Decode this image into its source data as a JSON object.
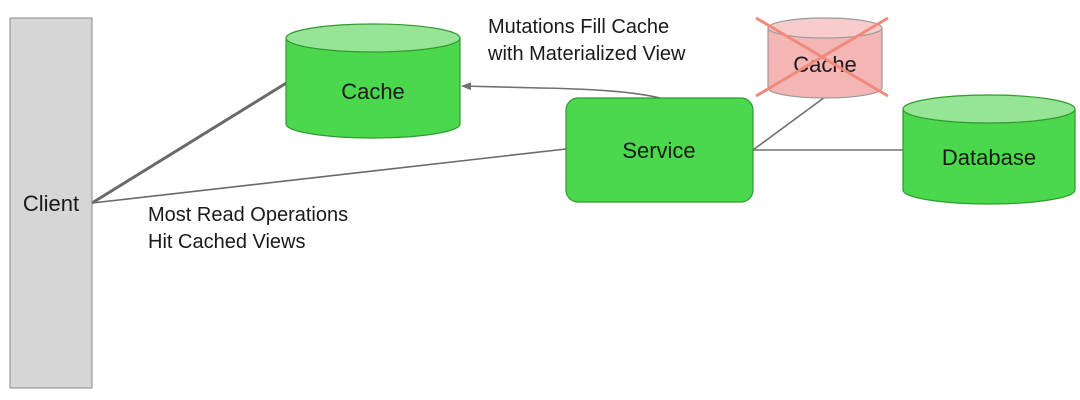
{
  "nodes": {
    "client": "Client",
    "cache": "Cache",
    "service": "Service",
    "database": "Database",
    "removed_cache": "Cache"
  },
  "annotations": {
    "mutations_line1": "Mutations Fill Cache",
    "mutations_line2": "with Materialized View",
    "reads_line1": "Most Read Operations",
    "reads_line2": "Hit Cached Views"
  },
  "colors": {
    "node_fill": "#4cd84c",
    "node_top": "#96e496",
    "client_fill": "#d6d6d6",
    "removed_fill": "#f4b5b5",
    "removed_cross": "#f08a7a",
    "connector": "#707070"
  }
}
